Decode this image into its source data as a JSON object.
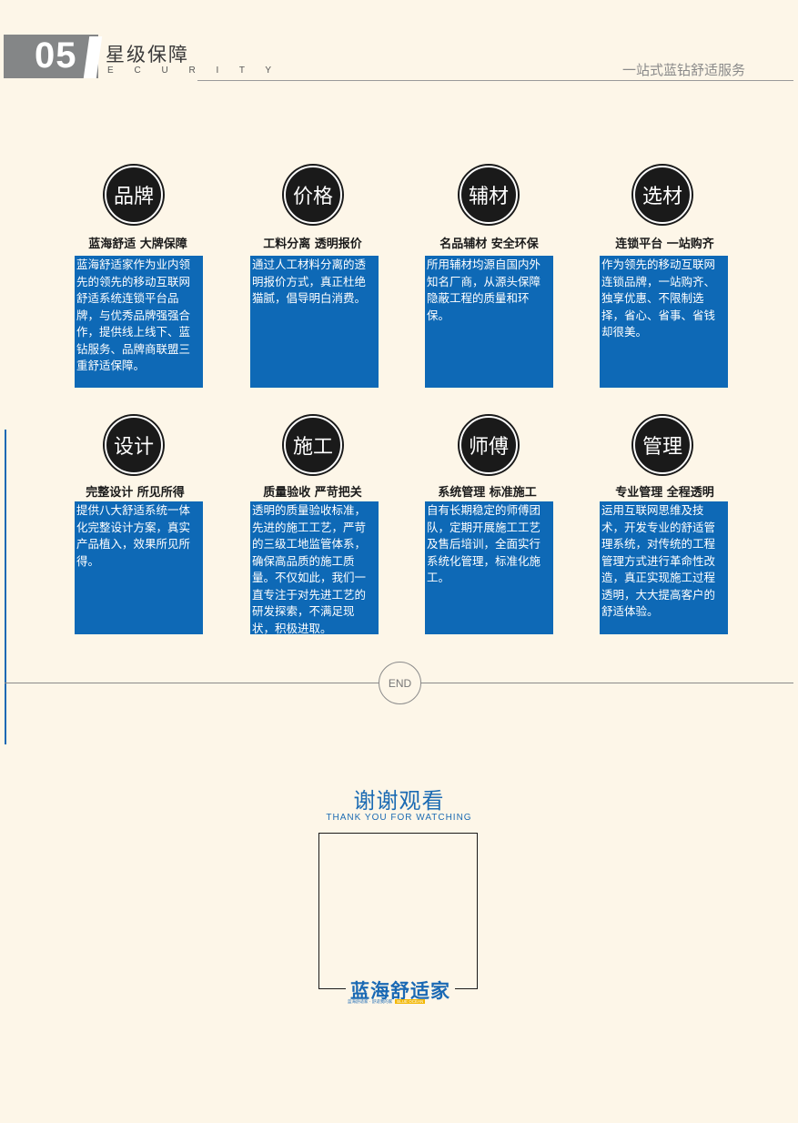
{
  "header": {
    "number": "05",
    "title": "星级保障",
    "subtitle": "E C U R I T Y",
    "right_text": "一站式蓝钻舒适服务"
  },
  "items": [
    {
      "icon": "品牌",
      "title": "蓝海舒适 大牌保障",
      "text": "蓝海舒适家作为业内领先的领先的移动互联网舒适系统连锁平台品牌，与优秀品牌强强合作，提供线上线下、蓝钻服务、品牌商联盟三重舒适保障。"
    },
    {
      "icon": "价格",
      "title": "工料分离 透明报价",
      "text": "通过人工材料分离的透明报价方式，真正杜绝猫腻，倡导明白消费。"
    },
    {
      "icon": "辅材",
      "title": "名品辅材  安全环保",
      "text": "所用辅材均源自国内外知名厂商，从源头保障隐蔽工程的质量和环保。"
    },
    {
      "icon": "选材",
      "title": "连锁平台 一站购齐",
      "text": "作为领先的移动互联网连锁品牌，一站购齐、独享优惠、不限制选择，省心、省事、省钱却很美。"
    },
    {
      "icon": "设计",
      "title": "完整设计 所见所得",
      "text": "提供八大舒适系统一体化完整设计方案，真实产品植入，效果所见所得。"
    },
    {
      "icon": "施工",
      "title": "质量验收 严苛把关",
      "text": "透明的质量验收标准，先进的施工工艺，严苛的三级工地监管体系，确保高品质的施工质量。不仅如此，我们一直专注于对先进工艺的研发探索，不满足现状，积极进取。"
    },
    {
      "icon": "师傅",
      "title": "系统管理 标准施工",
      "text": "自有长期稳定的师傅团队，定期开展施工工艺及售后培训，全面实行系统化管理，标准化施工。"
    },
    {
      "icon": "管理",
      "title": "专业管理 全程透明",
      "text": "运用互联网思维及技术，开发专业的舒适管理系统，对传统的工程管理方式进行革命性改造，真正实现施工过程透明，大大提高客户的舒适体验。"
    }
  ],
  "end_label": "END",
  "thanks": {
    "cn": "谢谢观看",
    "en": "THANK YOU FOR WATCHING"
  },
  "logo": {
    "name": "蓝海舒适家",
    "tagline": "蓝海舒适家 · 舒适我的家",
    "badge": "BLUE OCEAN"
  },
  "colors": {
    "accent": "#0e69b6",
    "background": "#fdf6e8"
  }
}
